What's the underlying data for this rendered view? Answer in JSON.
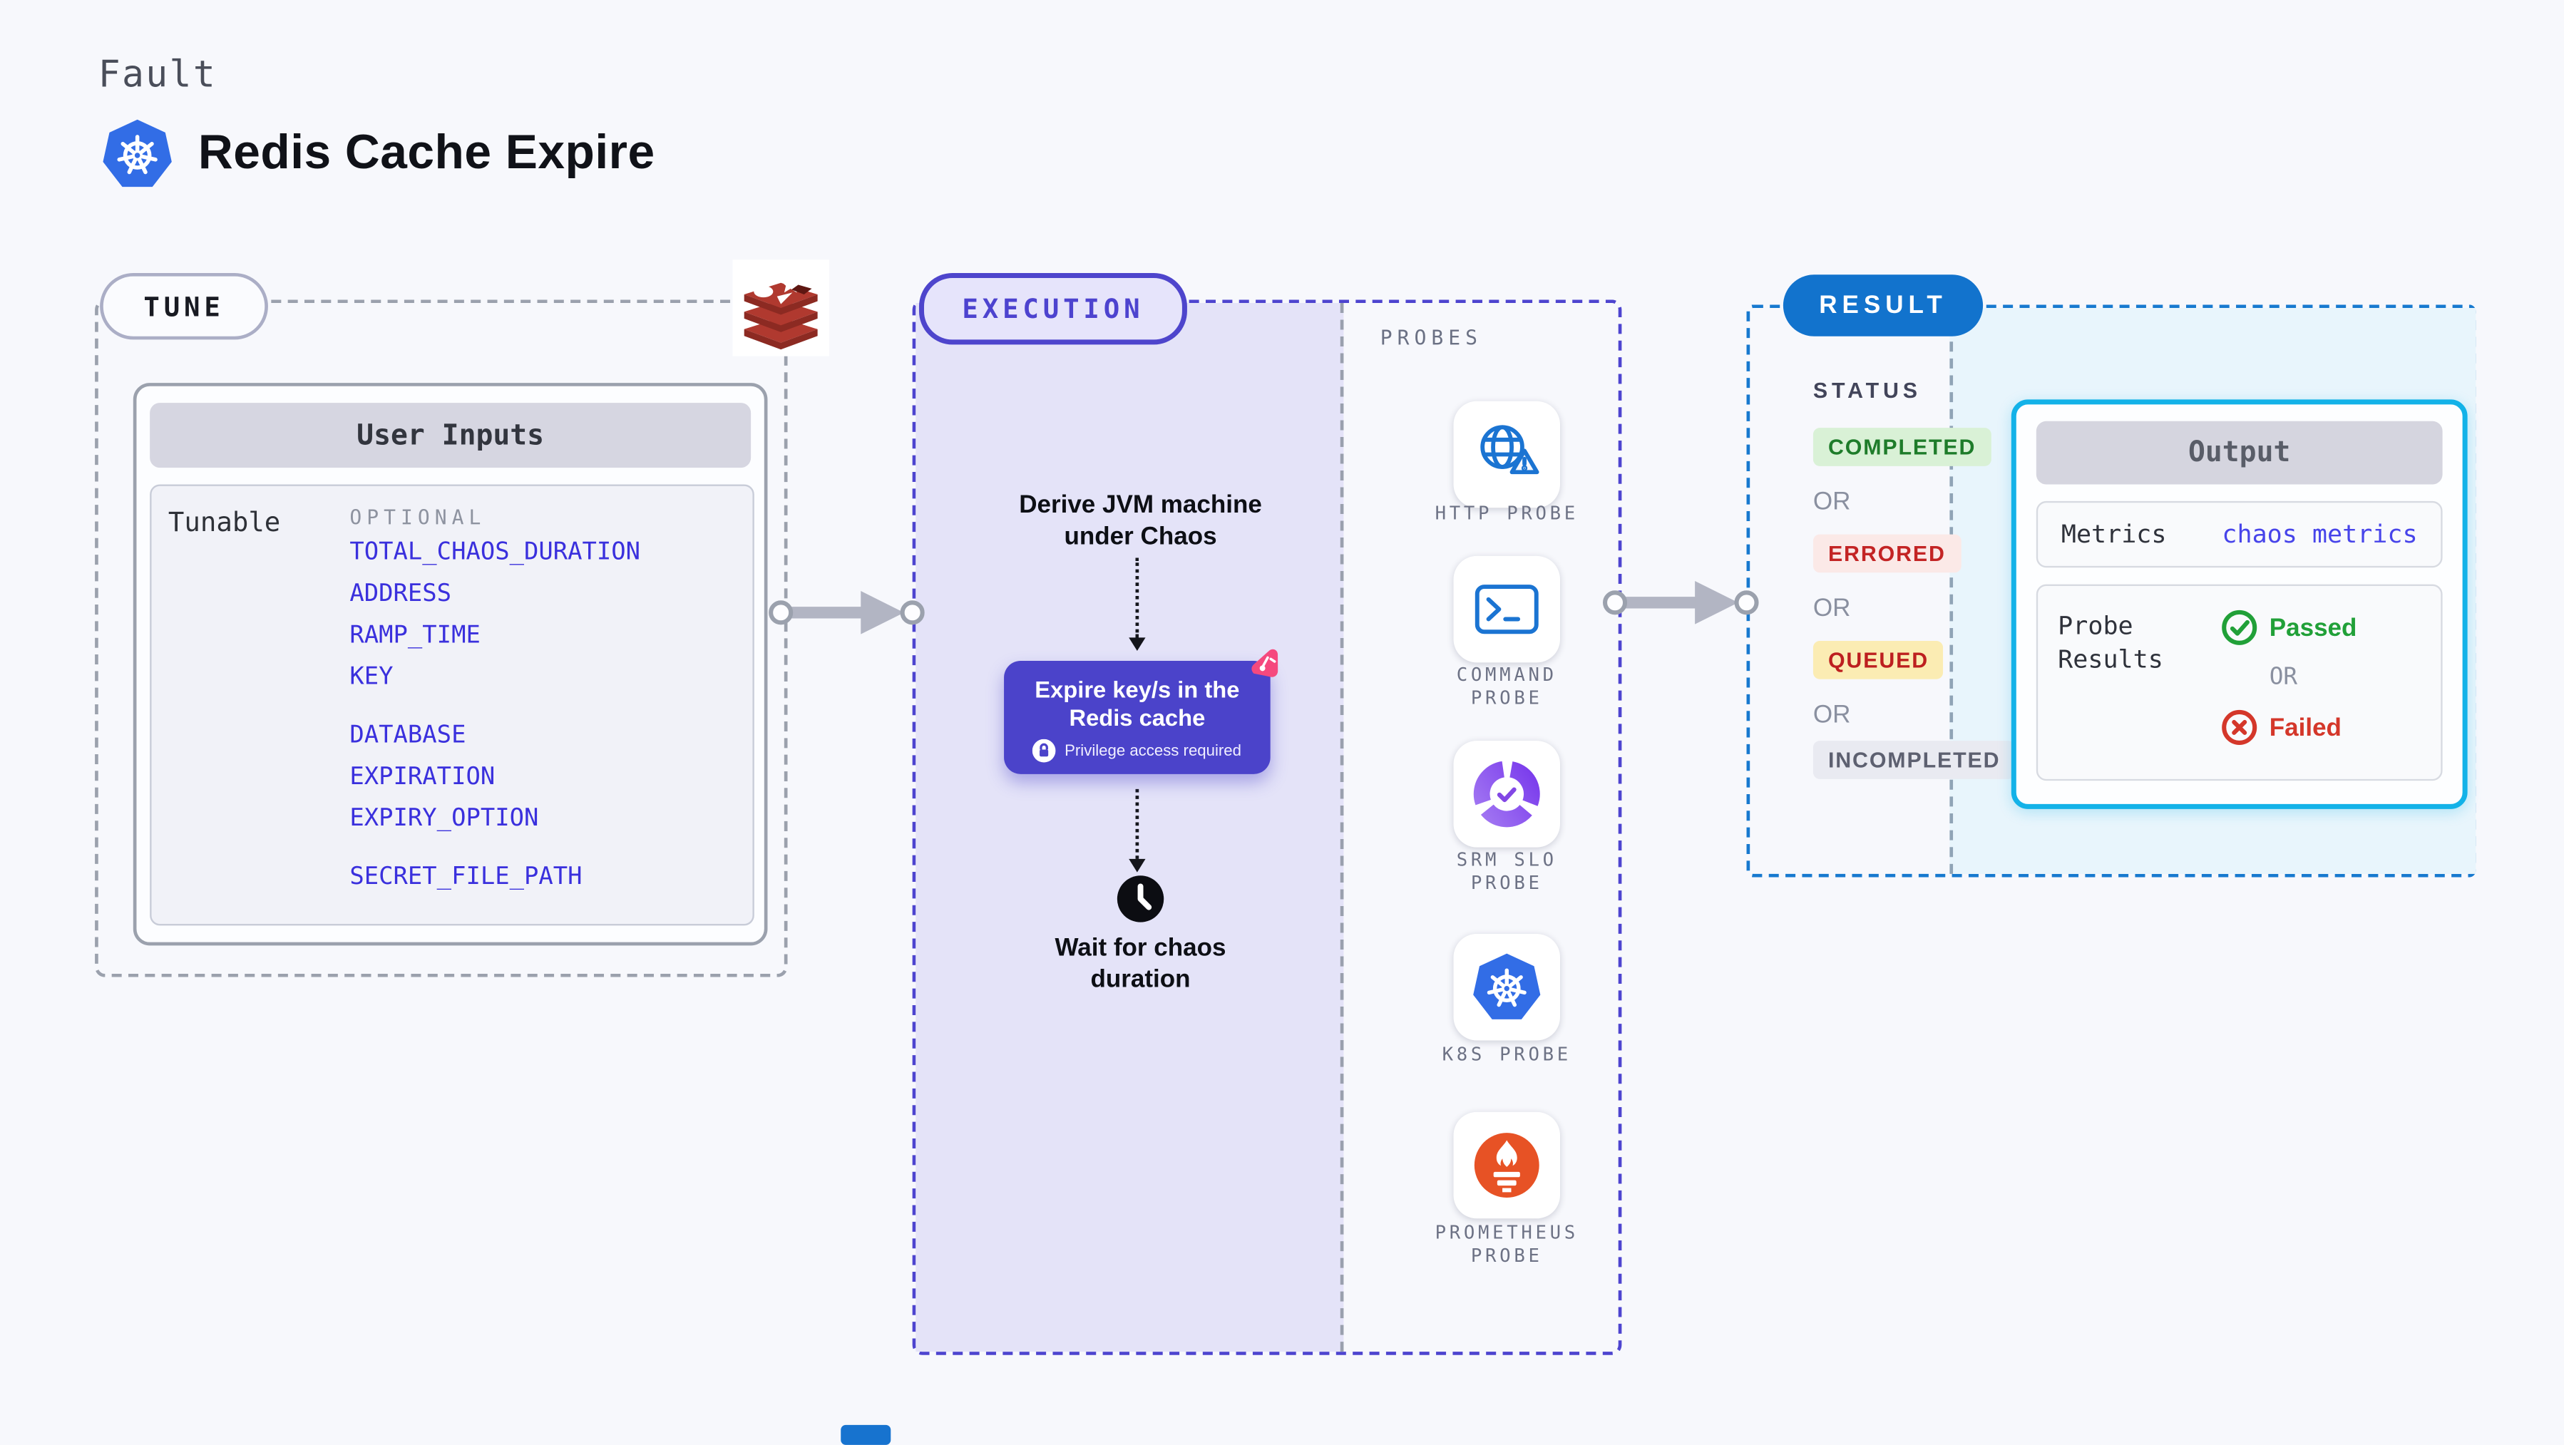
{
  "header": {
    "kicker": "Fault",
    "title": "Redis Cache Expire"
  },
  "tune": {
    "label": "TUNE",
    "user_inputs": {
      "title": "User Inputs",
      "row_label": "Tunable",
      "group_label": "OPTIONAL",
      "params": [
        "TOTAL_CHAOS_DURATION",
        "ADDRESS",
        "RAMP_TIME",
        "KEY",
        "DATABASE",
        "EXPIRATION",
        "EXPIRY_OPTION",
        "SECRET_FILE_PATH"
      ]
    }
  },
  "execution": {
    "label": "EXECUTION",
    "derive_step": "Derive JVM machine\nunder Chaos",
    "action": {
      "title": "Expire key/s in the\nRedis cache",
      "note": "Privilege access required"
    },
    "wait_step": "Wait for chaos\nduration"
  },
  "probes": {
    "label": "PROBES",
    "items": [
      {
        "name": "HTTP PROBE",
        "icon": "http-probe-icon"
      },
      {
        "name": "COMMAND PROBE",
        "icon": "command-probe-icon"
      },
      {
        "name": "SRM SLO PROBE",
        "icon": "srm-slo-probe-icon"
      },
      {
        "name": "K8S PROBE",
        "icon": "k8s-probe-icon"
      },
      {
        "name": "PROMETHEUS PROBE",
        "icon": "prometheus-probe-icon"
      }
    ]
  },
  "result": {
    "label": "RESULT",
    "status": {
      "label": "STATUS",
      "separator": "OR",
      "values": [
        "COMPLETED",
        "ERRORED",
        "QUEUED",
        "INCOMPLETED"
      ]
    },
    "output": {
      "title": "Output",
      "metrics_label": "Metrics",
      "metrics_value": "chaos metrics",
      "probe_results_label": "Probe Results",
      "separator": "OR",
      "passed_label": "Passed",
      "failed_label": "Failed"
    }
  },
  "colors": {
    "page_bg": "#f7f8fc",
    "accent_indigo": "#4b43ca",
    "lavender_panel": "#e4e3f8",
    "link_blue": "#3a30dd",
    "result_blue": "#1273cd",
    "output_border_cyan": "#13b2e8",
    "cyan_panel": "#e8f5fc",
    "completed_green": "#1e7c2a",
    "errored_red": "#c32424",
    "queued_red": "#bd1f1f",
    "incompleted_gray": "#5d6070",
    "passed_green": "#21a038",
    "failed_red": "#d4372a",
    "kubernetes_blue": "#326de6",
    "redis_red": "#b0392f",
    "prometheus_orange": "#e75225",
    "litmus_pink": "#f5497e",
    "arrow_gray": "#b2b5c3"
  }
}
